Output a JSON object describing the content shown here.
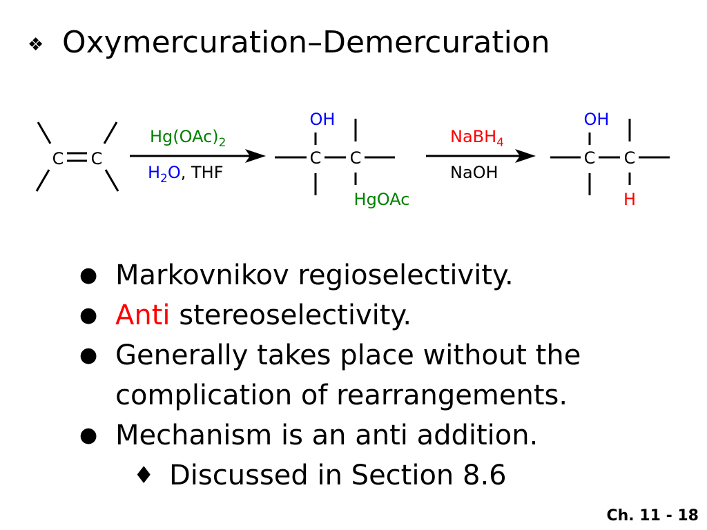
{
  "title": {
    "bullet": "❖",
    "text": "Oxymercuration–Demercuration"
  },
  "colors": {
    "green": "#008000",
    "blue": "#0000ff",
    "red": "#ff0000",
    "black": "#000000"
  },
  "scheme": {
    "c": "C",
    "reagent1_top_main": "Hg(OAc)",
    "reagent1_top_sub": "2",
    "reagent1_bottom_h": "H",
    "reagent1_bottom_sub": "2",
    "reagent1_bottom_o": "O",
    "reagent1_bottom_rest": ", THF",
    "intermediate_oh": "OH",
    "intermediate_hgoac": "HgOAc",
    "reagent2_top_main": "NaBH",
    "reagent2_top_sub": "4",
    "reagent2_bottom": "NaOH",
    "product_oh": "OH",
    "product_h": "H"
  },
  "bullets": {
    "mark": "●",
    "item1": "Markovnikov regioselectivity.",
    "item2_highlight": "Anti",
    "item2_rest": " stereoselectivity.",
    "item3_line1": "Generally takes place without the",
    "item3_line2": "complication of rearrangements.",
    "item4": "Mechanism is an anti addition.",
    "sub_mark": "♦",
    "sub1": "Discussed in Section 8.6"
  },
  "footer": "Ch. 11 - 18"
}
